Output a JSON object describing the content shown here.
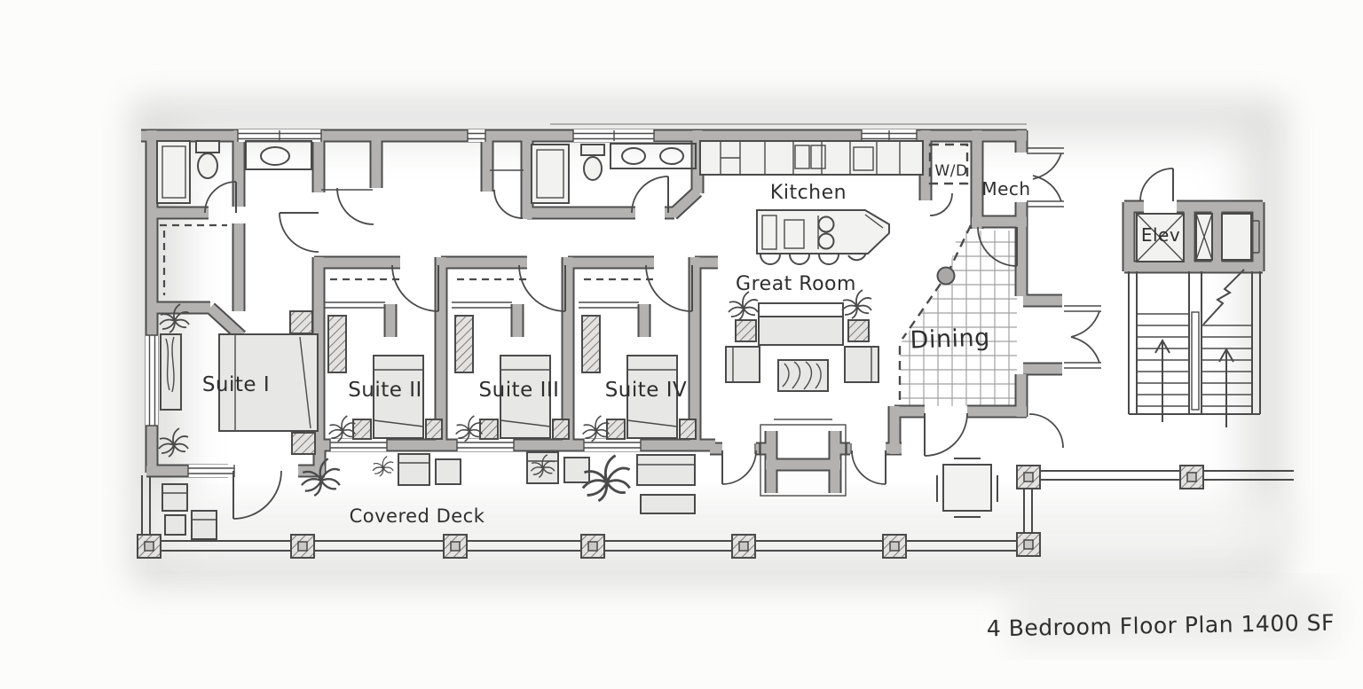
{
  "title": {
    "text": "4 Bedroom Floor Plan 1400 SF"
  },
  "rooms": {
    "suite1": "Suite I",
    "suite2": "Suite II",
    "suite3": "Suite III",
    "suite4": "Suite IV",
    "kitchen": "Kitchen",
    "great_room": "Great Room",
    "dining": "Dining",
    "covered_deck": "Covered Deck",
    "laundry": "W/D",
    "mech": "Mech",
    "elevator": "Elev"
  },
  "colors": {
    "wall-fill": "#b3b2b1",
    "wall-edge": "#4e4e4e",
    "line": "#4a4a4a",
    "furniture-fill": "#e7e7e6",
    "paper": "#fdfdfd",
    "shadow": "#d7d7d6",
    "ink": "#2f2f2f"
  }
}
